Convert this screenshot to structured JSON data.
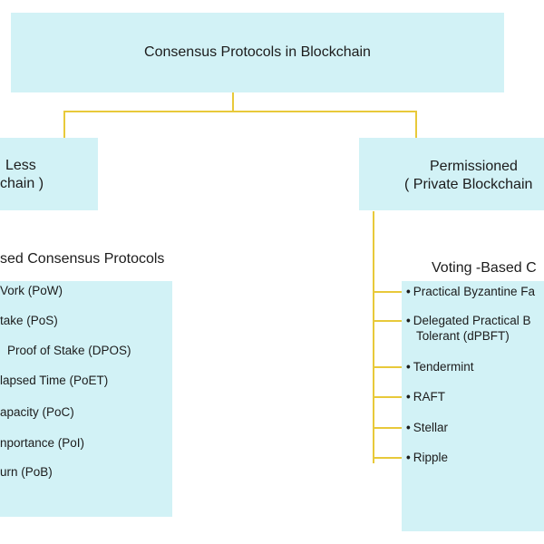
{
  "root": {
    "title": "Consensus Protocols in Blockchain"
  },
  "left": {
    "title_line1": "Less",
    "title_line2": "chain )",
    "heading": "sed Consensus Protocols",
    "items": [
      "Vork (PoW)",
      "take (PoS)",
      "Proof of Stake (DPOS)",
      "lapsed Time (PoET)",
      "apacity (PoC)",
      "nportance (PoI)",
      "urn (PoB)"
    ]
  },
  "right": {
    "title_line1": "Permissioned",
    "title_line2": "( Private Blockchain",
    "heading": "Voting -Based C",
    "bullet_symbol": "•",
    "items": [
      {
        "line1": "Practical Byzantine Fa"
      },
      {
        "line1": "Delegated Practical B",
        "line2": "Tolerant (dPBFT)"
      },
      {
        "line1": "Tendermint"
      },
      {
        "line1": "RAFT"
      },
      {
        "line1": "Stellar"
      },
      {
        "line1": "Ripple"
      }
    ]
  },
  "colors": {
    "box": "#d2f2f6",
    "connector": "#e8c93a"
  }
}
